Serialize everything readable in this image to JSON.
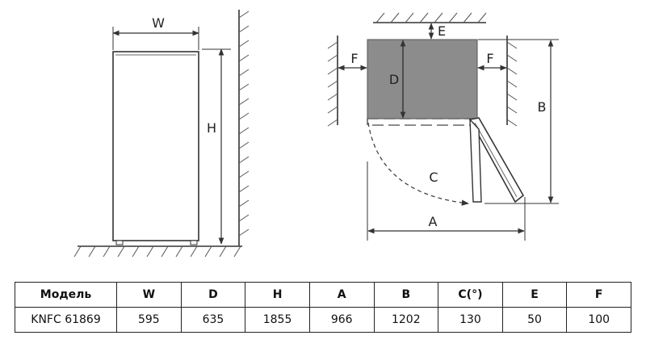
{
  "labels": {
    "w": "W",
    "h": "H",
    "e": "E",
    "f_left": "F",
    "f_right": "F",
    "d": "D",
    "b": "B",
    "c": "C",
    "a": "A"
  },
  "table": {
    "headers": [
      "Модель",
      "W",
      "D",
      "H",
      "A",
      "B",
      "C(°)",
      "E",
      "F"
    ],
    "row": [
      "KNFC 61869",
      "595",
      "635",
      "1855",
      "966",
      "1202",
      "130",
      "50",
      "100"
    ]
  },
  "colors": {
    "cabinet": "#8c8c8c",
    "line": "#333333"
  }
}
